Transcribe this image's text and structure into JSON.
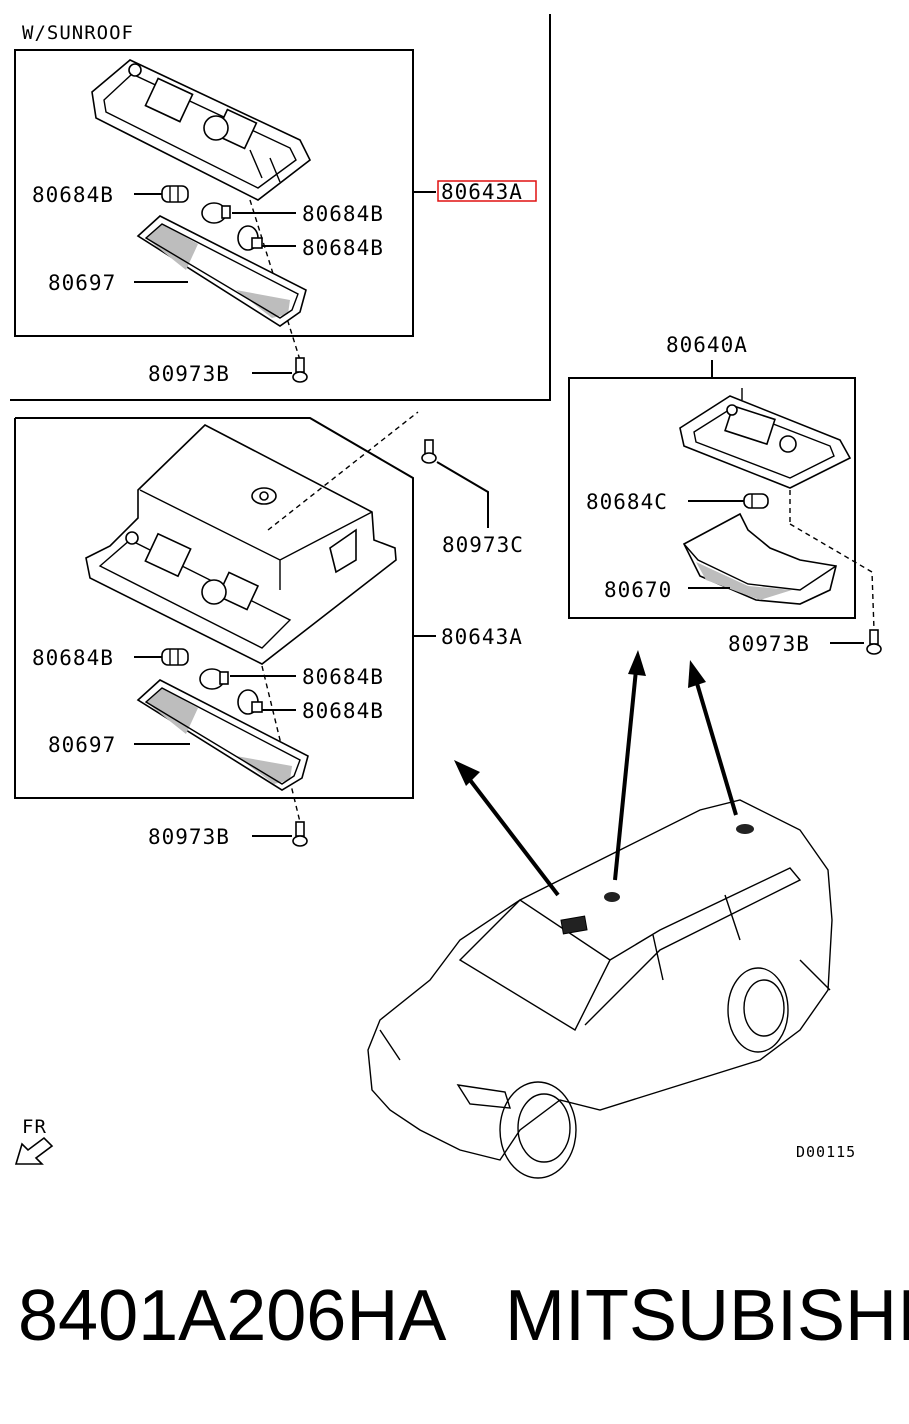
{
  "header": {
    "variant": "W/SUNROOF"
  },
  "labels": {
    "sunroof_bulb_left": "80684B",
    "sunroof_bulb_right_top": "80684B",
    "sunroof_bulb_right_bottom": "80684B",
    "sunroof_lens": "80697",
    "sunroof_screw": "80973B",
    "sunroof_assembly": "80643A",
    "main_screw_top": "80973C",
    "main_assembly": "80643A",
    "main_bulb_left": "80684B",
    "main_bulb_right_top": "80684B",
    "main_bulb_right_bottom": "80684B",
    "main_lens": "80697",
    "main_screw": "80973B",
    "rear_assembly": "80640A",
    "rear_bulb": "80684C",
    "rear_lens": "80670",
    "rear_screw": "80973B"
  },
  "front_marker": "FR",
  "diagram_code": "D00115",
  "footer": {
    "part_number": "8401A206HA",
    "brand": "MITSUBISHI"
  },
  "colors": {
    "highlight": "#e01010",
    "line": "#000000",
    "shade": "#bdbdbd"
  }
}
